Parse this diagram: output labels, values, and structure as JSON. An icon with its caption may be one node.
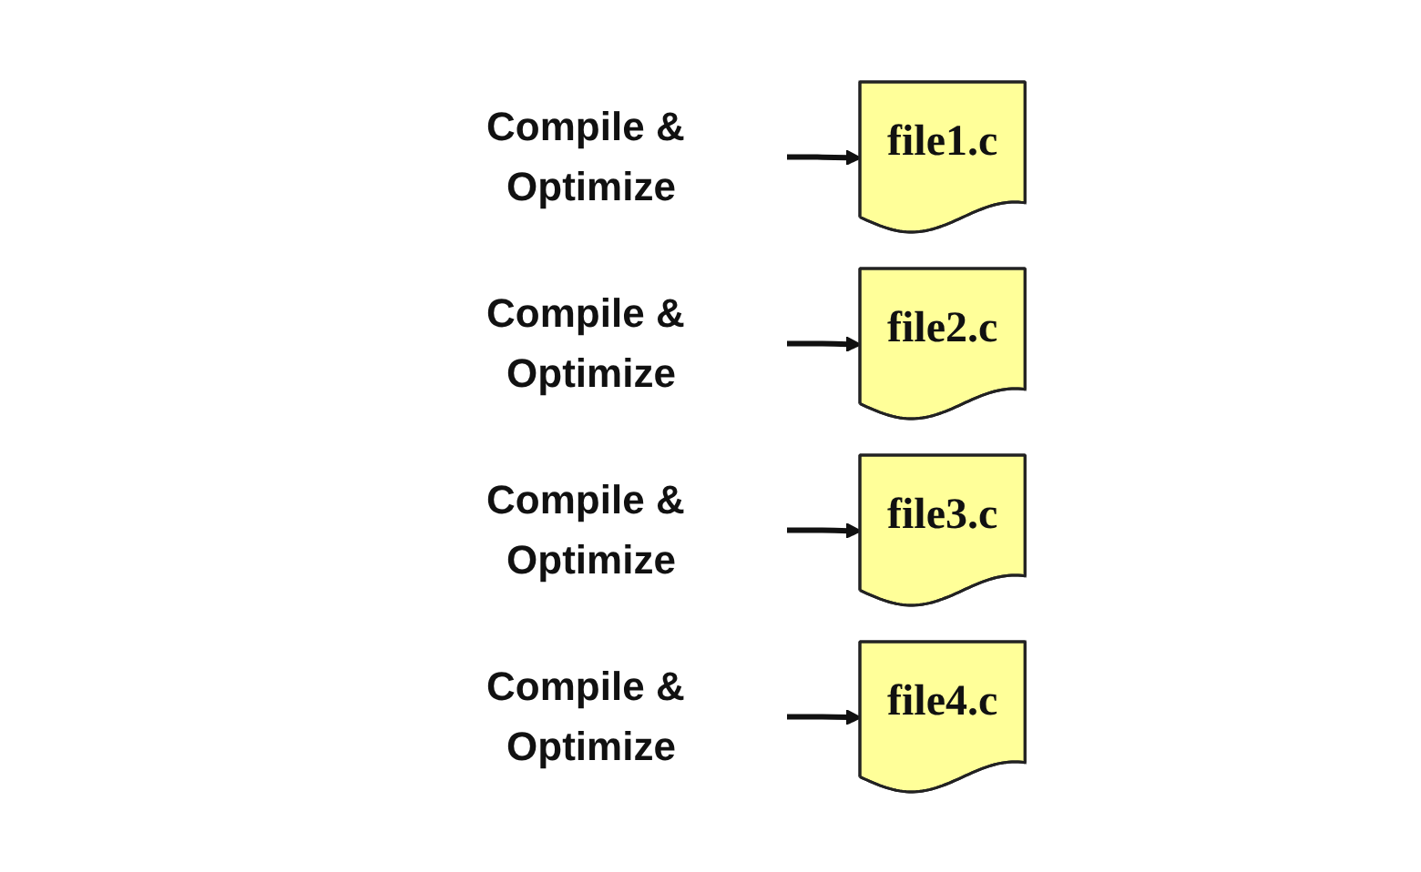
{
  "diagram": {
    "nodes": [
      {
        "text": [
          "Compile & Optimize"
        ]
      },
      {
        "text": [
          "file1.c"
        ]
      },
      {
        "text": [
          "Compile & Optimize"
        ]
      },
      {
        "text": [
          "file2.c"
        ]
      },
      {
        "text": [
          "Compile & Optimize"
        ]
      },
      {
        "text": [
          "file3.c"
        ]
      },
      {
        "text": [
          "Compile & Optimize"
        ]
      },
      {
        "text": [
          "file4.c"
        ]
      }
    ],
    "edges": [
      {
        "from": 0,
        "to": 1,
        "arrow": "to"
      },
      {
        "from": 2,
        "to": 3,
        "arrow": "to"
      },
      {
        "from": 4,
        "to": 5,
        "arrow": "to"
      },
      {
        "from": 6,
        "to": 7,
        "arrow": "to"
      }
    ]
  }
}
